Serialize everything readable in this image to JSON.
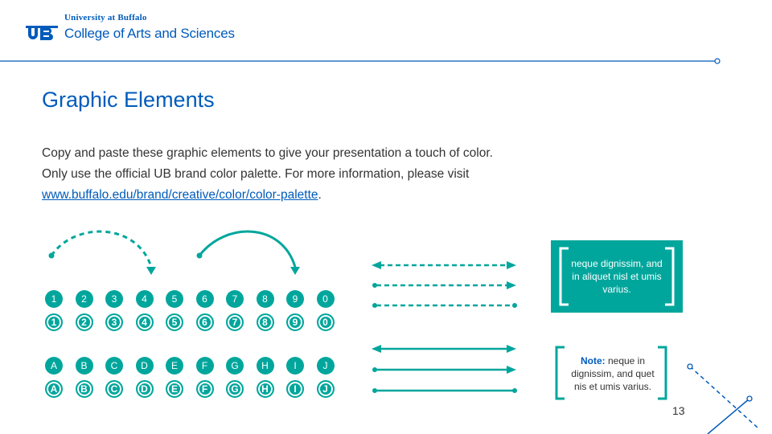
{
  "header": {
    "university": "University at Buffalo",
    "college": "College of Arts and Sciences",
    "logo_text": "UB"
  },
  "slide": {
    "title": "Graphic Elements",
    "body_prefix": "Copy and paste these graphic elements to give your presentation a touch of color. Only use the official UB brand color palette. For more information, please visit ",
    "link_text": "www.buffalo.edu/brand/creative/color/color-palette",
    "body_suffix": ".",
    "page_number": "13"
  },
  "numbers_filled": [
    "1",
    "2",
    "3",
    "4",
    "5",
    "6",
    "7",
    "8",
    "9",
    "0"
  ],
  "numbers_outlined": [
    "1",
    "2",
    "3",
    "4",
    "5",
    "6",
    "7",
    "8",
    "9",
    "0"
  ],
  "letters_filled": [
    "A",
    "B",
    "C",
    "D",
    "E",
    "F",
    "G",
    "H",
    "I",
    "J"
  ],
  "letters_outlined": [
    "A",
    "B",
    "C",
    "D",
    "E",
    "F",
    "G",
    "H",
    "I",
    "J"
  ],
  "callout1": {
    "text": "neque dignissim, and in aliquet nisl et umis varius."
  },
  "callout2": {
    "note_label": "Note:",
    "text": " neque in dignissim, and quet nis et umis varius."
  },
  "colors": {
    "brand_blue": "#005bbb",
    "teal": "#00a69c",
    "text": "#333333"
  }
}
